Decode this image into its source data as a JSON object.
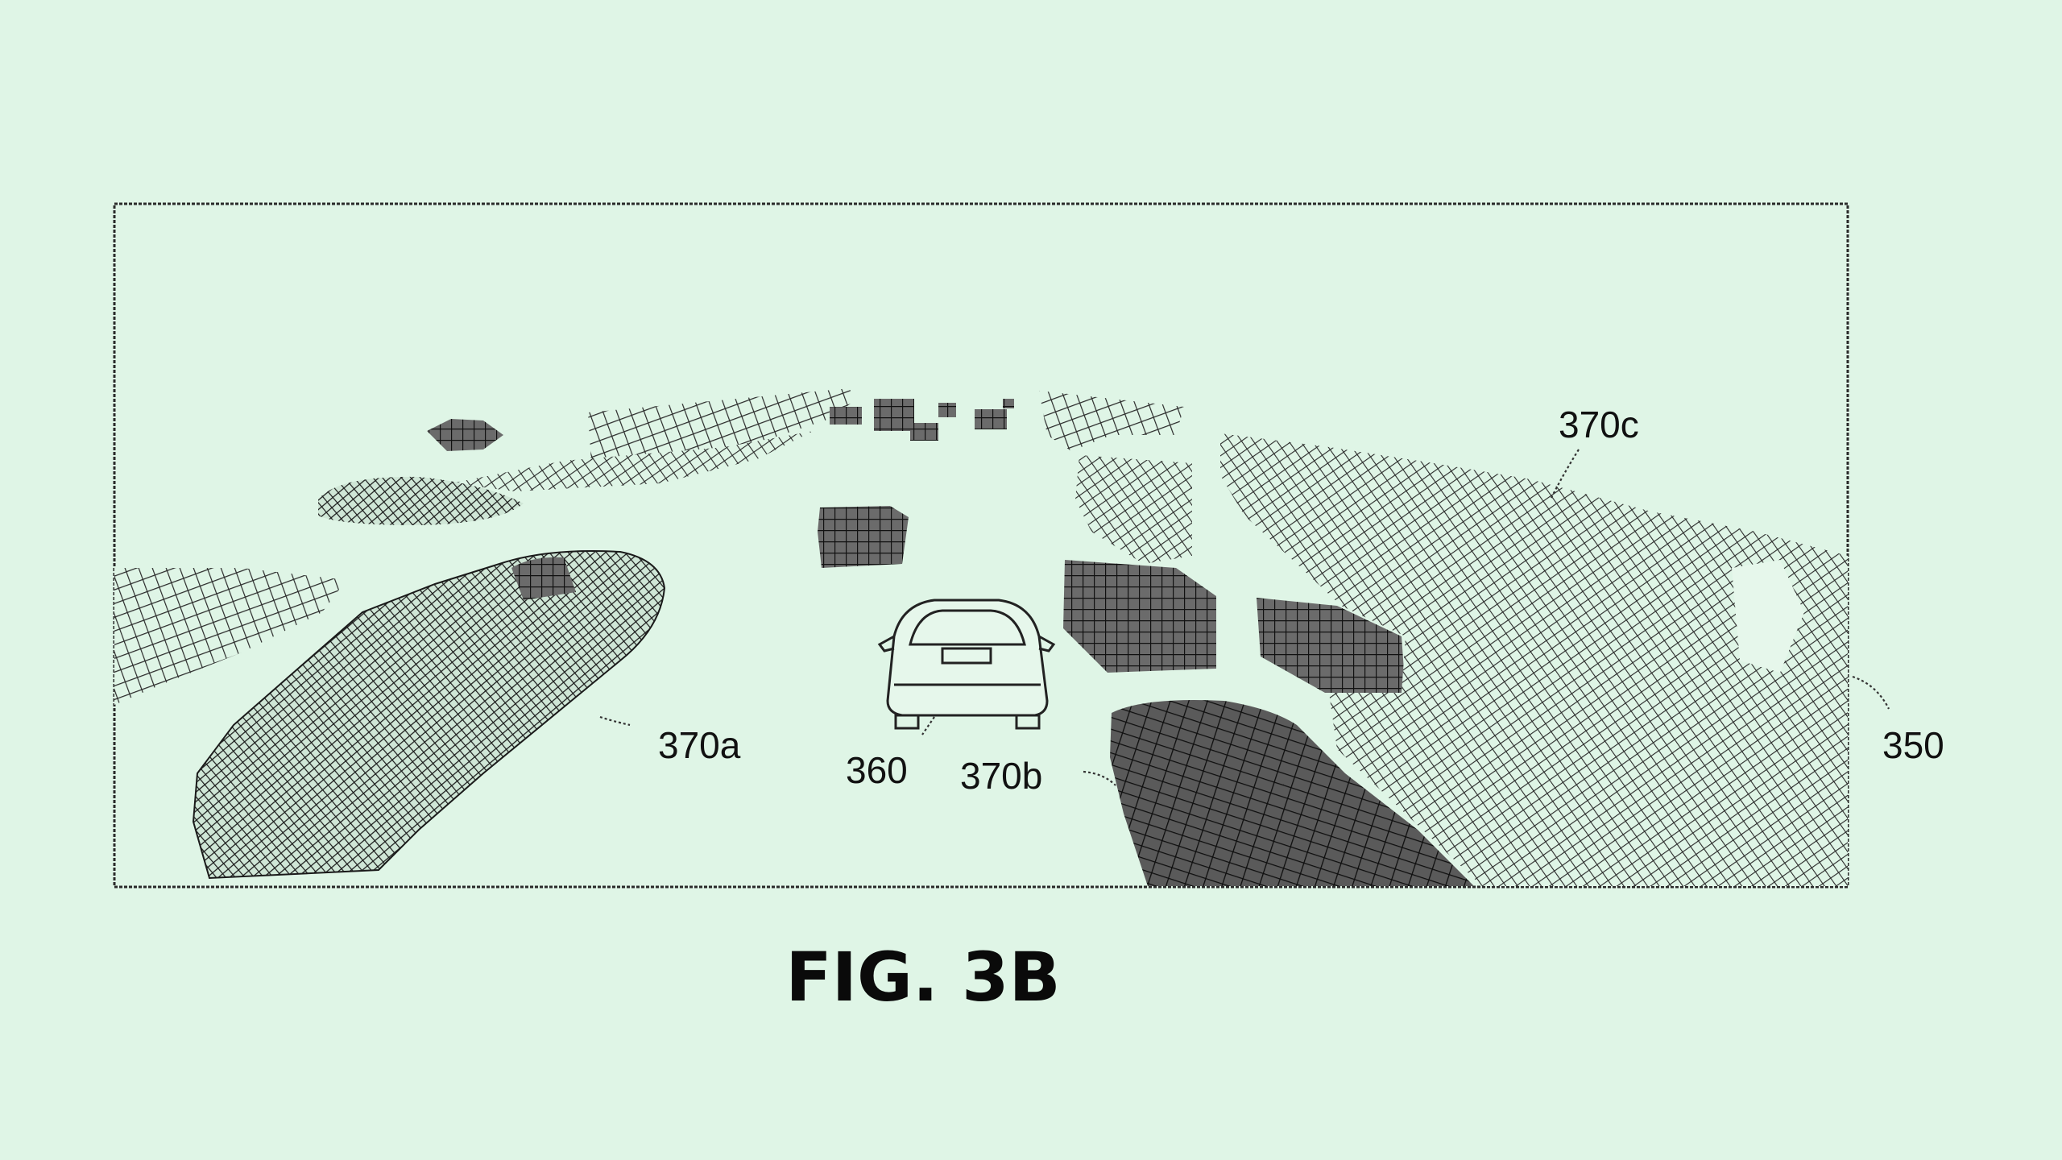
{
  "figure": {
    "caption": "FIG. 3B",
    "labels": {
      "ref_350": "350",
      "ref_360": "360",
      "ref_370a": "370a",
      "ref_370b": "370b",
      "ref_370c": "370c"
    }
  },
  "colors": {
    "background": "#dff5e6",
    "line": "#1a1a1a",
    "mesh_light": "#3a3a3a",
    "mesh_dark": "#111111"
  }
}
